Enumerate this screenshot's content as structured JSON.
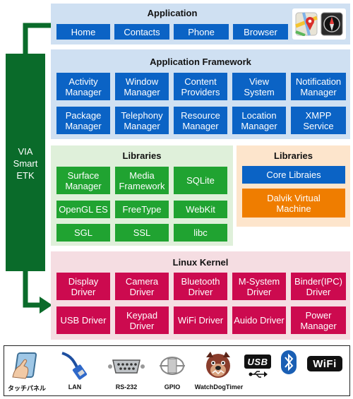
{
  "colors": {
    "app_bg": "#cfe0f2",
    "lib_green_bg": "#dff0da",
    "lib_orange_bg": "#fde5cc",
    "kernel_bg": "#f5dde2",
    "blue_box": "#0b63c5",
    "green_box": "#20a331",
    "orange_box": "#ef7d00",
    "red_box": "#cc0a4f",
    "etk_green": "#0a6b2a"
  },
  "etk": {
    "label": "VIA\nSmart\nETK"
  },
  "application": {
    "title": "Application",
    "items": [
      "Home",
      "Contacts",
      "Phone",
      "Browser"
    ],
    "icons": [
      "maps-icon",
      "compass-icon"
    ]
  },
  "framework": {
    "title": "Application Framework",
    "items": [
      "Activity\nManager",
      "Window\nManager",
      "Content\nProviders",
      "View\nSystem",
      "Notification\nManager",
      "Package\nManager",
      "Telephony\nManager",
      "Resource\nManager",
      "Location\nManager",
      "XMPP\nService"
    ]
  },
  "libraries": {
    "title": "Libraries",
    "items": [
      "Surface\nManager",
      "Media\nFramework",
      "SQLite",
      "OpenGL ES",
      "FreeType",
      "WebKit",
      "SGL",
      "SSL",
      "libc"
    ]
  },
  "runtime": {
    "title": "Libraries",
    "items": [
      "Core Libraies",
      "Dalvik Virtual\nMachine"
    ]
  },
  "kernel": {
    "title": "Linux Kernel",
    "items": [
      "Display\nDriver",
      "Camera\nDriver",
      "Bluetooth\nDriver",
      "M-System\nDriver",
      "Binder(IPC)\nDriver",
      "USB Driver",
      "Keypad\nDriver",
      "WiFi Driver",
      "Auido Driver",
      "Power\nManager"
    ]
  },
  "hardware": {
    "labels": [
      "タッチパネル",
      "LAN",
      "RS-232",
      "GPIO",
      "WatchDogTimer"
    ],
    "logo_usb": "USB",
    "logo_wifi": "WiFi"
  }
}
